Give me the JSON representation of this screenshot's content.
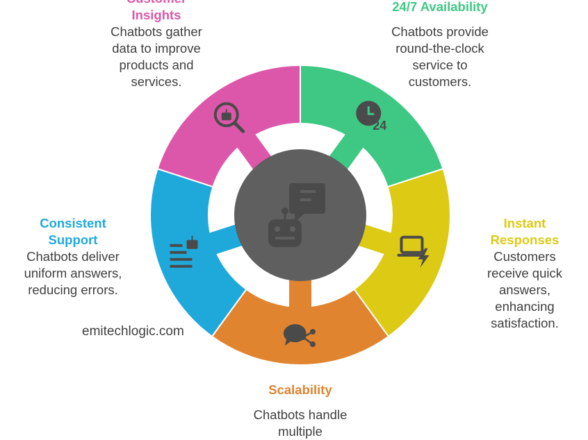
{
  "segments": [
    {
      "id": "customer-insights",
      "title": "Customer Insights",
      "title_lines": [
        "Customer",
        "Insights"
      ],
      "desc_lines": [
        "Chatbots gather",
        "data to improve",
        "products and",
        "services."
      ],
      "color": "#dc57a9",
      "icon": "search-bot-icon"
    },
    {
      "id": "availability",
      "title": "24/7 Availability",
      "title_lines": [
        "24/7 Availability"
      ],
      "desc_lines": [
        "Chatbots provide",
        "round-the-clock",
        "service to",
        "customers."
      ],
      "color": "#3fc884",
      "icon": "clock-24-icon"
    },
    {
      "id": "instant-responses",
      "title": "Instant Responses",
      "title_lines": [
        "Instant",
        "Responses"
      ],
      "desc_lines": [
        "Customers",
        "receive quick",
        "answers,",
        "enhancing",
        "satisfaction."
      ],
      "color": "#ddca14",
      "icon": "laptop-lightning-icon"
    },
    {
      "id": "scalability",
      "title": "Scalability",
      "title_lines": [
        "Scalability"
      ],
      "desc_lines": [
        "Chatbots handle",
        "multiple"
      ],
      "color": "#e08430",
      "icon": "chat-share-icon"
    },
    {
      "id": "consistent-support",
      "title": "Consistent Support",
      "title_lines": [
        "Consistent",
        "Support"
      ],
      "desc_lines": [
        "Chatbots deliver",
        "uniform answers,",
        "reducing errors."
      ],
      "color": "#1fa9db",
      "icon": "list-bot-icon"
    }
  ],
  "center": {
    "color": "#5f5f5f",
    "icon": "robot-chat-icon"
  },
  "watermark": "emitechlogic.com"
}
